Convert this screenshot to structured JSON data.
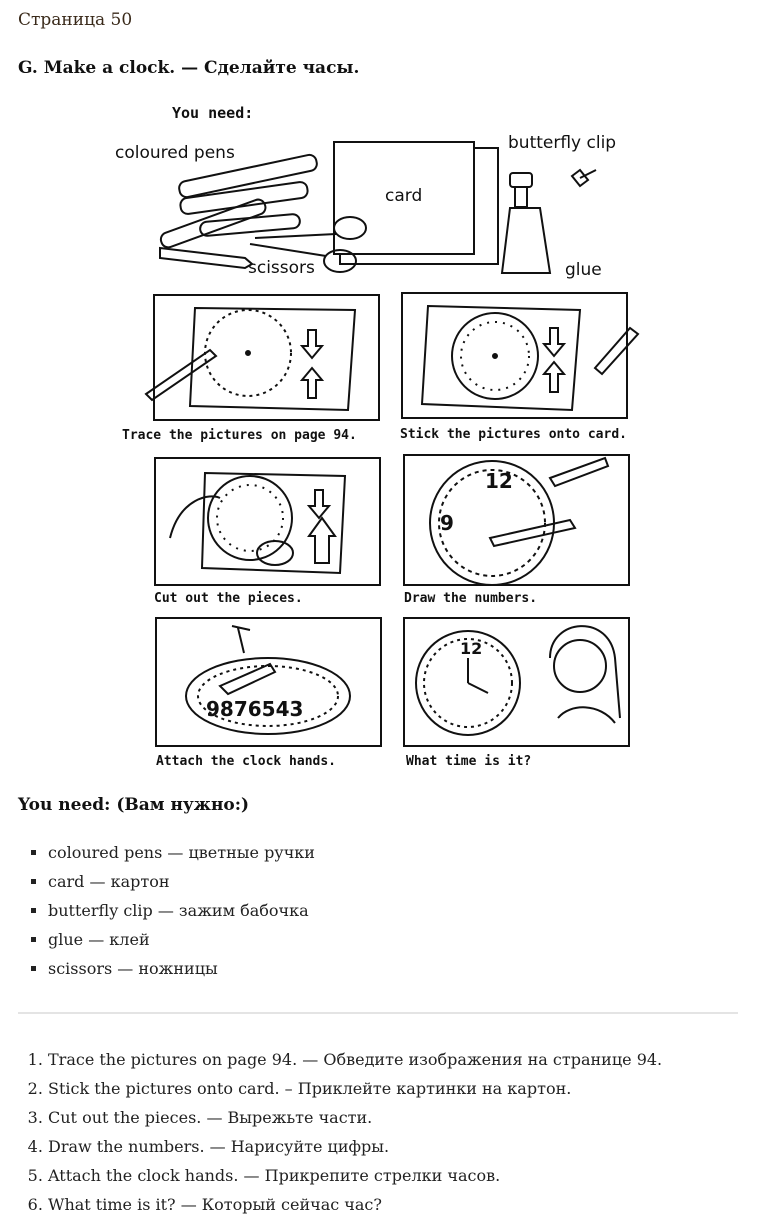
{
  "page_number": "Страница 50",
  "heading": "G. Make a clock. — Сделайте часы.",
  "illustration": {
    "you_need": "You need:",
    "label_coloured_pens": "coloured pens",
    "label_card": "card",
    "label_butterfly_clip": "butterfly clip",
    "label_scissors": "scissors",
    "label_glue": "glue",
    "captions": [
      "Trace the pictures on page 94.",
      "Stick the pictures onto card.",
      "Cut out the pieces.",
      "Draw the numbers.",
      "Attach the clock hands.",
      "What time is it?"
    ]
  },
  "you_need_heading": "You need: (Вам нужно:)",
  "needs": [
    "coloured pens — цветные ручки",
    "card — картон",
    "butterfly clip — зажим бабочка",
    "glue — клей",
    "scissors — ножницы"
  ],
  "steps": [
    "Trace the pictures on page 94. — Обведите изображения на странице 94.",
    "Stick the pictures onto card. – Приклейте картинки на картон.",
    "Cut out the pieces. — Вырежьте части.",
    "Draw the numbers. — Нарисуйте цифры.",
    "Attach the clock hands. — Прикрепите стрелки часов.",
    "What time is it? — Который сейчас час?"
  ]
}
